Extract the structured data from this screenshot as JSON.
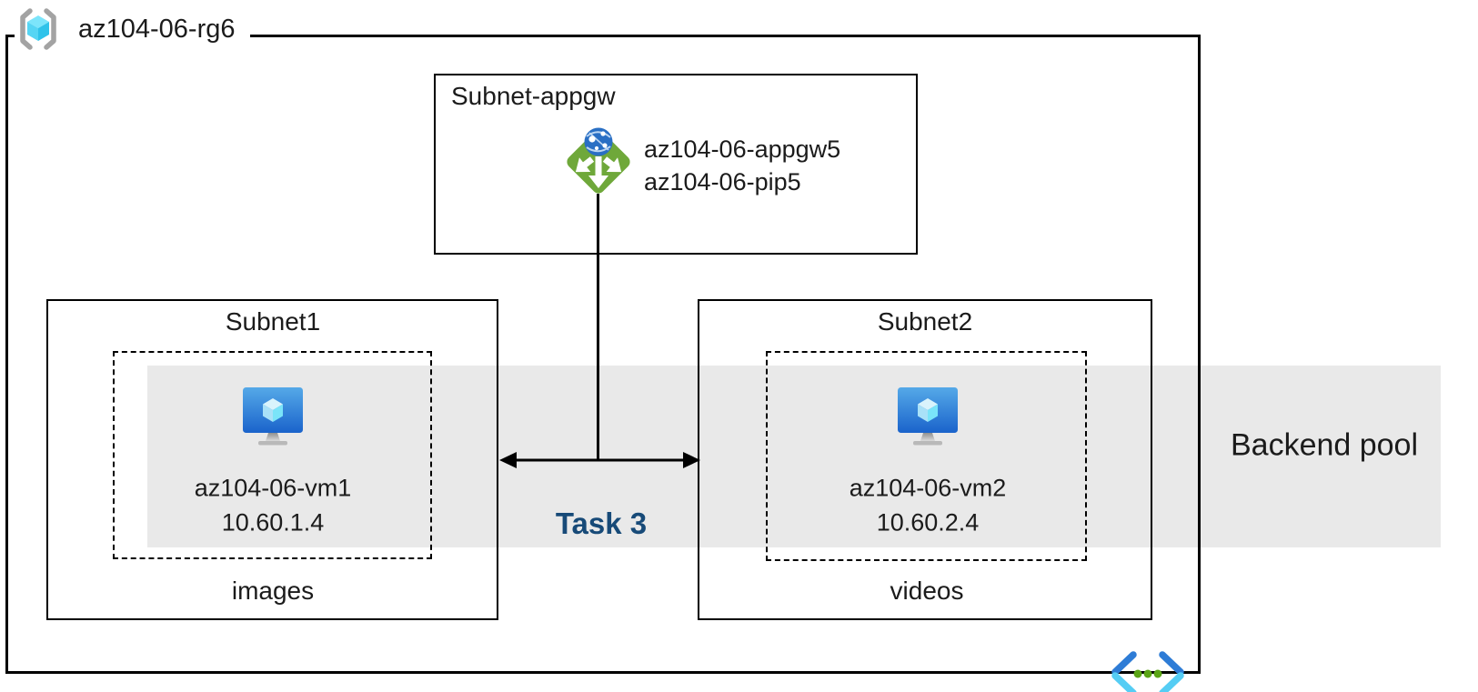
{
  "resource_group": {
    "name": "az104-06-rg6",
    "icon": "resource-group-icon"
  },
  "appgw_subnet": {
    "name": "Subnet-appgw",
    "gateway_name": "az104-06-appgw5",
    "public_ip_name": "az104-06-pip5",
    "icon": "application-gateway-icon"
  },
  "subnet1": {
    "name": "Subnet1",
    "vm": {
      "name": "az104-06-vm1",
      "ip": "10.60.1.4",
      "icon": "virtual-machine-icon"
    },
    "storage_label": "images"
  },
  "subnet2": {
    "name": "Subnet2",
    "vm": {
      "name": "az104-06-vm2",
      "ip": "10.60.2.4",
      "icon": "virtual-machine-icon"
    },
    "storage_label": "videos"
  },
  "backend_pool": {
    "label": "Backend pool"
  },
  "task": {
    "label": "Task 3"
  },
  "virtual_network": {
    "icon": "virtual-network-icon"
  },
  "colors": {
    "backend_pool_band": "#e9e9e9",
    "task_label_blue": "#174a78",
    "appgw_green": "#6fa83a",
    "vm_screen_top": "#55a9e8",
    "vm_screen_bottom": "#1a63cb",
    "cube_cyan": "#55d5f4",
    "vnet_dark_blue": "#2e7cd6",
    "vnet_light_cyan": "#55cdf4",
    "vnet_dot_green": "#5aa415",
    "bracket_gray": "#a3a3a3",
    "line_black": "#000000"
  }
}
